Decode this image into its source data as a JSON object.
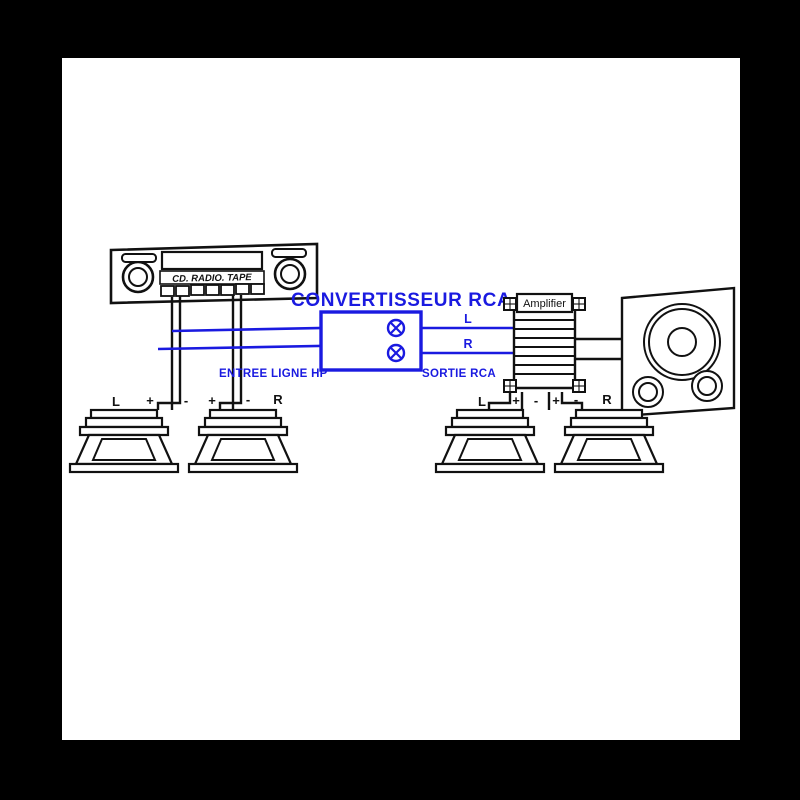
{
  "diagram": {
    "title_label": "CONVERTISSEUR RCA",
    "input_label": "ENTREE LIGNE HP",
    "output_label": "SORTIE RCA",
    "channel_left": "L",
    "channel_right": "R",
    "colors": {
      "accent_blue": "#1a1ae0",
      "line_black": "#111111",
      "background": "#ffffff",
      "border": "#000000"
    }
  },
  "head_unit": {
    "display_label": "CD. RADIO. TAPE",
    "button_count": 7
  },
  "converter": {
    "jack_top": "rca-jack-left",
    "jack_bottom": "rca-jack-right",
    "out_label_top": "L",
    "out_label_bottom": "R"
  },
  "amplifier": {
    "label": "Amplifier",
    "fin_count": 7,
    "terminal_count": 4
  },
  "speakers_left": {
    "left": {
      "name": "L",
      "plus": "+",
      "minus": "-"
    },
    "right": {
      "name": "R",
      "plus": "+",
      "minus": "-"
    }
  },
  "speakers_right": {
    "left": {
      "name": "L",
      "plus": "+",
      "minus": "-"
    },
    "right": {
      "name": "R",
      "plus": "+",
      "minus": "-"
    }
  },
  "cabinet": {
    "woofer": "large-driver",
    "mid": "small-driver-left",
    "tweeter": "small-driver-right"
  }
}
